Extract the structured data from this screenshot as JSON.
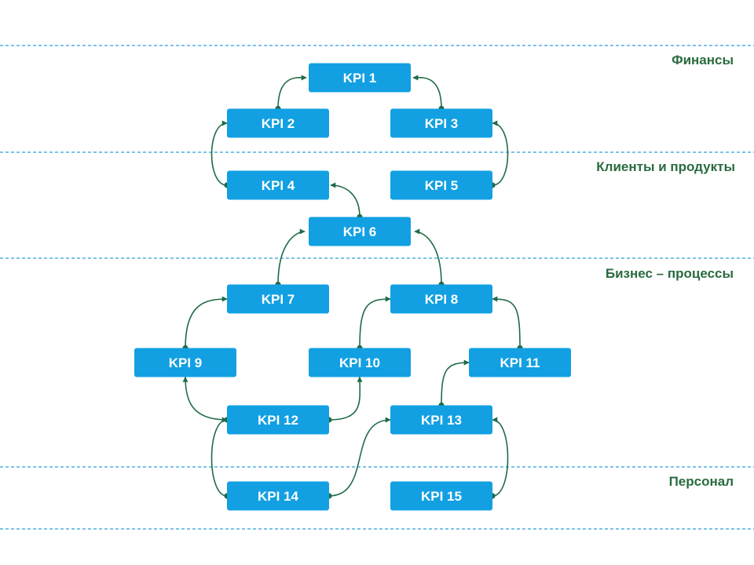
{
  "colors": {
    "box": "#12a0e3",
    "box_text": "#ffffff",
    "connector": "#1f6b45",
    "separator": "#2aa0d6",
    "section_label": "#2a6b3f"
  },
  "sections": [
    {
      "id": "finance",
      "label": "Финансы"
    },
    {
      "id": "clients",
      "label": "Клиенты и продукты"
    },
    {
      "id": "business",
      "label": "Бизнес – процессы"
    },
    {
      "id": "staff",
      "label": "Персонал"
    }
  ],
  "nodes": [
    {
      "id": "kpi1",
      "label": "KPI 1"
    },
    {
      "id": "kpi2",
      "label": "KPI 2"
    },
    {
      "id": "kpi3",
      "label": "KPI 3"
    },
    {
      "id": "kpi4",
      "label": "KPI 4"
    },
    {
      "id": "kpi5",
      "label": "KPI 5"
    },
    {
      "id": "kpi6",
      "label": "KPI 6"
    },
    {
      "id": "kpi7",
      "label": "KPI 7"
    },
    {
      "id": "kpi8",
      "label": "KPI 8"
    },
    {
      "id": "kpi9",
      "label": "KPI 9"
    },
    {
      "id": "kpi10",
      "label": "KPI 10"
    },
    {
      "id": "kpi11",
      "label": "KPI 11"
    },
    {
      "id": "kpi12",
      "label": "KPI 12"
    },
    {
      "id": "kpi13",
      "label": "KPI 13"
    },
    {
      "id": "kpi14",
      "label": "KPI 14"
    },
    {
      "id": "kpi15",
      "label": "KPI 15"
    }
  ],
  "edges": [
    {
      "from": "kpi2",
      "to": "kpi1"
    },
    {
      "from": "kpi3",
      "to": "kpi1"
    },
    {
      "from": "kpi4",
      "to": "kpi2"
    },
    {
      "from": "kpi5",
      "to": "kpi3"
    },
    {
      "from": "kpi6",
      "to": "kpi4"
    },
    {
      "from": "kpi7",
      "to": "kpi6"
    },
    {
      "from": "kpi8",
      "to": "kpi6"
    },
    {
      "from": "kpi9",
      "to": "kpi7"
    },
    {
      "from": "kpi10",
      "to": "kpi8"
    },
    {
      "from": "kpi11",
      "to": "kpi8"
    },
    {
      "from": "kpi12",
      "to": "kpi9"
    },
    {
      "from": "kpi12",
      "to": "kpi10"
    },
    {
      "from": "kpi13",
      "to": "kpi11"
    },
    {
      "from": "kpi14",
      "to": "kpi12"
    },
    {
      "from": "kpi14",
      "to": "kpi13"
    },
    {
      "from": "kpi15",
      "to": "kpi13"
    }
  ]
}
